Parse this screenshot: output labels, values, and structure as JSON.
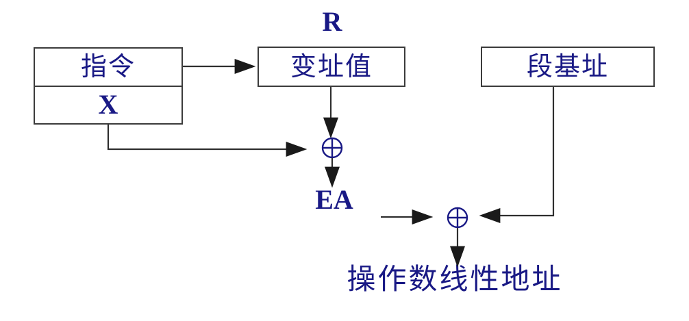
{
  "colors": {
    "background": "#ffffff",
    "text": "#191985",
    "connector_line": "#2e2e2e",
    "arrowhead": "#1a1a1a",
    "box_border": "#3b3b3b",
    "adder_symbol": "#191985"
  },
  "diagram": {
    "register_label": "R",
    "instruction_box": {
      "row1_label": "指令",
      "row2_label": "X"
    },
    "index_value_label": "变址值",
    "segment_base_label": "段基址",
    "effective_address_label": "EA",
    "result_label": "操作数线性地址"
  },
  "icons": {
    "adder_1": "circled-plus",
    "adder_2": "circled-plus"
  }
}
